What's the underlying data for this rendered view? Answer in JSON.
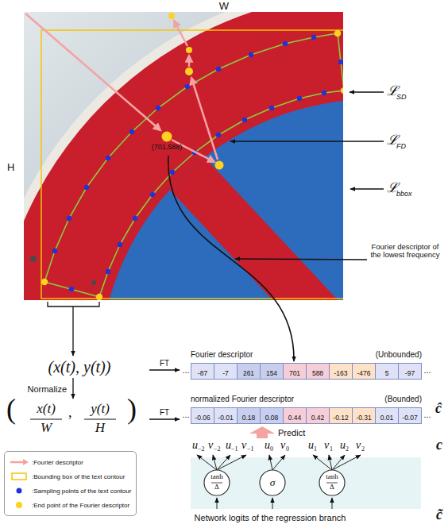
{
  "diagram": {
    "nodes": [
      {
        "text": [
          "Fourier descriptor",
          "(Unbounded)"
        ]
      },
      {
        "text": [
          "-87"
        ],
        "in": 0
      },
      {
        "text": [
          "-7"
        ],
        "in": 0
      },
      {
        "text": [
          "261"
        ],
        "in": 0
      },
      {
        "text": [
          "154"
        ],
        "in": 0
      },
      {
        "text": [
          "701"
        ],
        "in": 0
      },
      {
        "text": [
          "588"
        ],
        "in": 0
      },
      {
        "text": [
          "-163"
        ],
        "in": 0
      },
      {
        "text": [
          "-476"
        ],
        "in": 0
      },
      {
        "text": [
          "5"
        ],
        "in": 0
      },
      {
        "text": [
          "-97"
        ],
        "in": 0
      },
      {
        "text": [
          "normalized Fourier descriptor",
          "(Bounded)"
        ]
      },
      {
        "text": [
          "-0.06"
        ],
        "in": 11
      },
      {
        "text": [
          "-0.01"
        ],
        "in": 11
      },
      {
        "text": [
          "0.18"
        ],
        "in": 11
      },
      {
        "text": [
          "0.08"
        ],
        "in": 11
      },
      {
        "text": [
          "0.44"
        ],
        "in": 11
      },
      {
        "text": [
          "0.42"
        ],
        "in": 11
      },
      {
        "text": [
          "-0.12"
        ],
        "in": 11
      },
      {
        "text": [
          "-0.31"
        ],
        "in": 11
      },
      {
        "text": [
          "0.01"
        ],
        "in": 11
      },
      {
        "text": [
          "-0.07"
        ],
        "in": 11
      },
      {
        "text": [
          "tanh",
          "Δ"
        ]
      },
      {
        "text": [
          "σ"
        ]
      },
      {
        "text": [
          "tanh",
          "Δ"
        ]
      }
    ],
    "labels": [
      "W",
      "H",
      "(701,588)",
      "ℒ",
      "SD",
      "ℒ",
      "FD",
      "ℒ",
      "bbox",
      "Fourier descriptor of the lowest frequency",
      "(x(t), y(t))",
      "FT",
      "Normalize",
      "(",
      "x(t)",
      "W",
      ",",
      "y(t)",
      "H",
      ")",
      "FT",
      "...",
      "...",
      "...",
      "...",
      "ĉ",
      "Predict",
      "c",
      "u",
      "−2",
      "v",
      "−2",
      "u",
      "−1",
      "v",
      "−1",
      "u",
      "0",
      "v",
      "0",
      "u",
      "1",
      "v",
      "1",
      "u",
      "2",
      "v",
      "2",
      "Network logits of the regression branch",
      "c̃"
    ],
    "legend": [
      {
        "text": ":Fourier descriptor"
      },
      {
        "text": ":Bounding box of the text contour"
      },
      {
        "text": ":Sampling points of the text contour"
      },
      {
        "text": ":End point of the Fourier descriptor"
      }
    ]
  }
}
